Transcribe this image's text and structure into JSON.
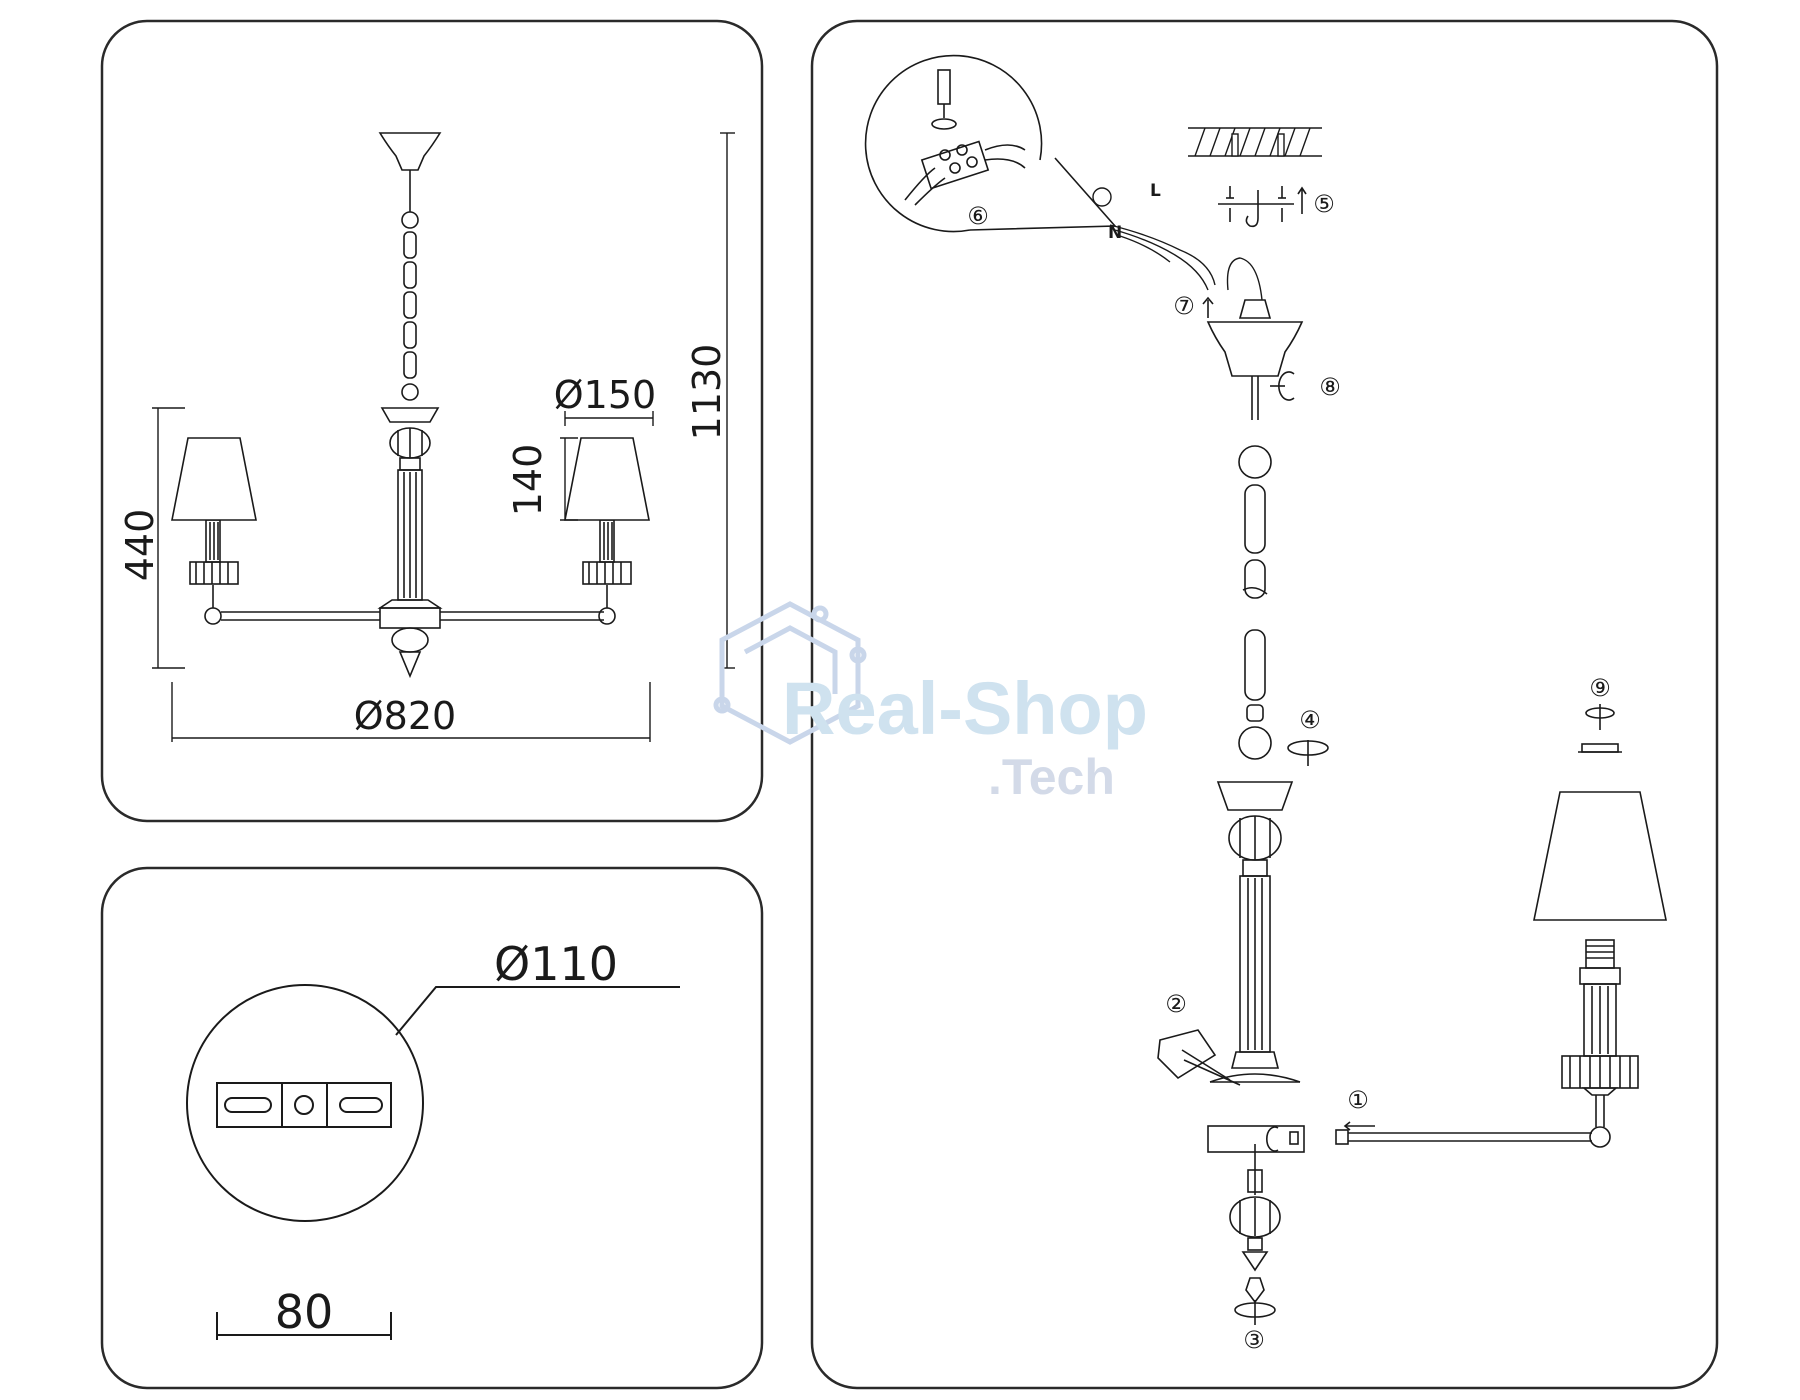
{
  "dimensions": {
    "height_total": "1130",
    "height_body": "440",
    "shade_diameter": "Ø150",
    "shade_height": "140",
    "span_diameter": "Ø820",
    "canopy_diameter": "Ø110",
    "bracket_length": "80"
  },
  "steps": [
    "①",
    "②",
    "③",
    "④",
    "⑤",
    "⑥",
    "⑦",
    "⑧",
    "⑨"
  ],
  "wire_labels": {
    "live": "L",
    "neutral": "N"
  },
  "watermark": {
    "line1": "Real-Shop",
    "line2": ".Tech"
  },
  "colors": {
    "line": "#1a1a1a",
    "panel_border": "#2a2a2a",
    "watermark_blue": "#cfe2ef"
  }
}
